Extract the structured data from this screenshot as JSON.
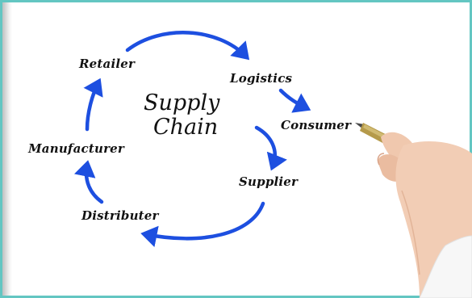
{
  "diagram": {
    "title_line1": "Supply",
    "title_line2": "Chain",
    "nodes": {
      "retailer": "Retailer",
      "logistics": "Logistics",
      "consumer": "Consumer",
      "manufacturer": "Manufacturer",
      "supplier": "Supplier",
      "distributer": "Distributer"
    }
  },
  "colors": {
    "arrow": "#1d4fe0",
    "frame": "#63c6c2",
    "ink": "#111111",
    "pen_gold": "#b59a4a",
    "skin": "#f0c8ae"
  },
  "icons": [
    "pen-icon",
    "hand-icon"
  ]
}
